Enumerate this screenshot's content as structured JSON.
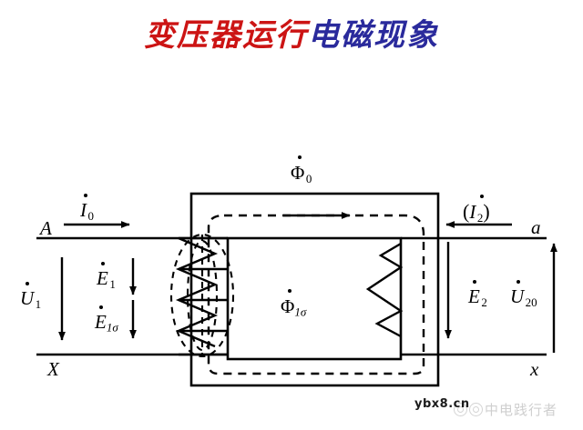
{
  "title": {
    "full": "变压器运行电磁现象",
    "red_part": "变压器运行",
    "blue_part": "电磁现象",
    "red_color": "#cc1414",
    "blue_color": "#2a2a9c"
  },
  "diagram": {
    "name": "transformer-electromagnetic-phenomena",
    "primary": {
      "terminal_top": "A",
      "terminal_bottom": "X",
      "current": {
        "symbol": "I",
        "sub": "0",
        "dotted": true
      },
      "voltage": {
        "symbol": "U",
        "sub": "1",
        "dotted": true
      },
      "emf_main": {
        "symbol": "E",
        "sub": "1",
        "dotted": true
      },
      "emf_leak": {
        "symbol": "E",
        "sub": "1σ",
        "dotted": true
      }
    },
    "secondary": {
      "terminal_top": "a",
      "terminal_bottom": "x",
      "current": {
        "symbol": "I",
        "sub": "2",
        "dotted": true,
        "parenthesized": true
      },
      "voltage": {
        "symbol": "U",
        "sub": "20",
        "dotted": true
      },
      "emf_main": {
        "symbol": "E",
        "sub": "2",
        "dotted": true
      }
    },
    "core": {
      "main_flux": {
        "symbol": "Φ",
        "sub": "0",
        "dotted": true
      },
      "leakage_flux": {
        "symbol": "Φ",
        "sub": "1σ",
        "dotted": true
      }
    },
    "line_color": "#000000"
  },
  "watermark": {
    "site": "ybx8.cn",
    "brand": "中电践行者"
  }
}
